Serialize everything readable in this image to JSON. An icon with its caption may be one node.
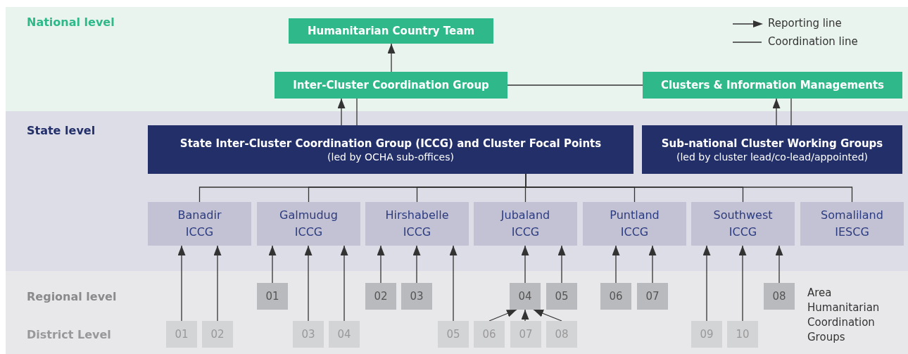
{
  "diagram": {
    "nodes": [
      {
        "text": [
          "Humanitarian Country Team"
        ]
      },
      {
        "text": [
          "Inter-Cluster Coordination Group"
        ]
      },
      {
        "text": [
          "Clusters & Information Managements"
        ]
      },
      {
        "text": [
          "State Inter-Cluster Coordination Group (ICCG) and Cluster Focal Points",
          "(led by OCHA sub-offices)"
        ]
      },
      {
        "text": [
          "Sub-national Cluster Working Groups",
          "(led by cluster lead/co-lead/appointed)"
        ]
      },
      {
        "text": [
          "Banadir ICCG"
        ]
      },
      {
        "text": [
          "Galmudug ICCG"
        ]
      },
      {
        "text": [
          "Hirshabelle ICCG"
        ]
      },
      {
        "text": [
          "Jubaland ICCG"
        ]
      },
      {
        "text": [
          "Puntland ICCG"
        ]
      },
      {
        "text": [
          "Southwest ICCG"
        ]
      },
      {
        "text": [
          "Somaliland IESCG"
        ]
      },
      {
        "text": [
          "01"
        ]
      },
      {
        "text": [
          "02"
        ]
      },
      {
        "text": [
          "03"
        ]
      },
      {
        "text": [
          "04"
        ]
      },
      {
        "text": [
          "05"
        ]
      },
      {
        "text": [
          "06"
        ]
      },
      {
        "text": [
          "07"
        ]
      },
      {
        "text": [
          "08"
        ]
      },
      {
        "text": [
          "01"
        ]
      },
      {
        "text": [
          "02"
        ]
      },
      {
        "text": [
          "03"
        ]
      },
      {
        "text": [
          "04"
        ]
      },
      {
        "text": [
          "05"
        ]
      },
      {
        "text": [
          "06"
        ]
      },
      {
        "text": [
          "07"
        ]
      },
      {
        "text": [
          "08"
        ]
      },
      {
        "text": [
          "09"
        ]
      },
      {
        "text": [
          "10"
        ]
      }
    ],
    "edges": [
      {
        "from": 1,
        "to": 0,
        "arrow": "to"
      },
      {
        "from": 3,
        "to": 1,
        "arrow": "to"
      },
      {
        "from": 3,
        "to": 1,
        "arrow": "none"
      },
      {
        "from": 1,
        "to": 2,
        "arrow": "none"
      },
      {
        "from": 4,
        "to": 2,
        "arrow": "to"
      },
      {
        "from": 4,
        "to": 2,
        "arrow": "none"
      },
      {
        "from": 3,
        "to": 5,
        "arrow": "none"
      },
      {
        "from": 3,
        "to": 6,
        "arrow": "none"
      },
      {
        "from": 3,
        "to": 7,
        "arrow": "none"
      },
      {
        "from": 3,
        "to": 8,
        "arrow": "none"
      },
      {
        "from": 3,
        "to": 9,
        "arrow": "none"
      },
      {
        "from": 3,
        "to": 10,
        "arrow": "none"
      },
      {
        "from": 3,
        "to": 11,
        "arrow": "none"
      },
      {
        "from": 20,
        "to": 5,
        "arrow": "to"
      },
      {
        "from": 21,
        "to": 5,
        "arrow": "to"
      },
      {
        "from": 12,
        "to": 6,
        "arrow": "to"
      },
      {
        "from": 22,
        "to": 6,
        "arrow": "to"
      },
      {
        "from": 23,
        "to": 6,
        "arrow": "to"
      },
      {
        "from": 13,
        "to": 7,
        "arrow": "to"
      },
      {
        "from": 14,
        "to": 7,
        "arrow": "to"
      },
      {
        "from": 24,
        "to": 7,
        "arrow": "to"
      },
      {
        "from": 15,
        "to": 8,
        "arrow": "to"
      },
      {
        "from": 16,
        "to": 8,
        "arrow": "to"
      },
      {
        "from": 25,
        "to": 15,
        "arrow": "to"
      },
      {
        "from": 26,
        "to": 15,
        "arrow": "to"
      },
      {
        "from": 27,
        "to": 15,
        "arrow": "to"
      },
      {
        "from": 17,
        "to": 9,
        "arrow": "to"
      },
      {
        "from": 18,
        "to": 9,
        "arrow": "to"
      },
      {
        "from": 28,
        "to": 10,
        "arrow": "to"
      },
      {
        "from": 29,
        "to": 10,
        "arrow": "to"
      },
      {
        "from": 19,
        "to": 10,
        "arrow": "to"
      }
    ],
    "labels": [
      "National level",
      "State level",
      "Regional level",
      "District Level",
      "Area Humanitarian Coordination Groups"
    ],
    "legend": [
      {
        "text": "Reporting line"
      },
      {
        "text": "Coordination line"
      }
    ]
  }
}
